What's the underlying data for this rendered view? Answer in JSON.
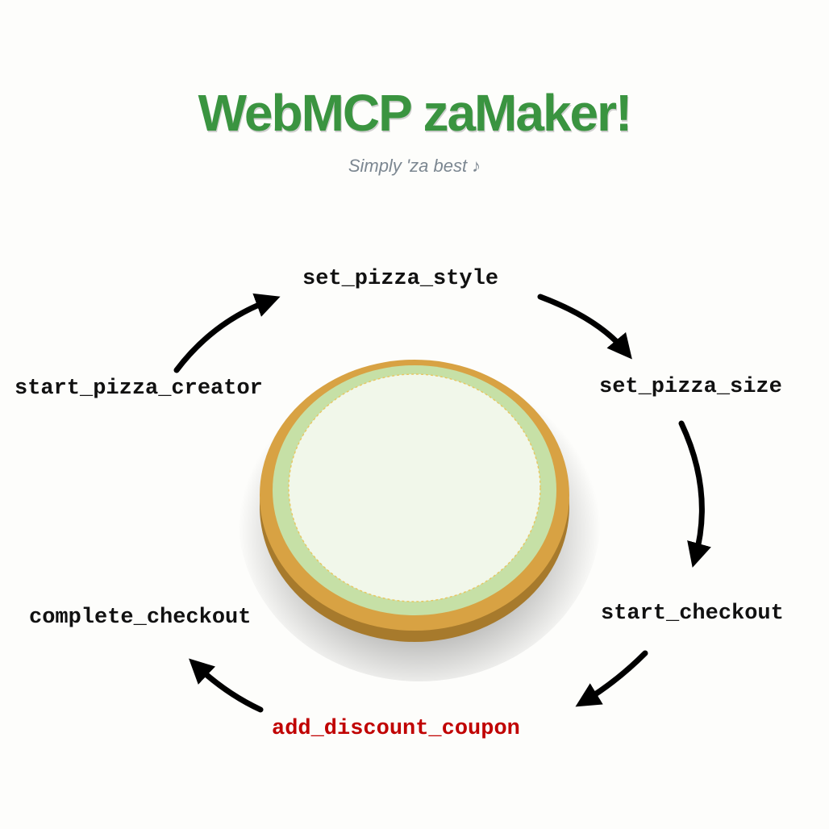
{
  "header": {
    "title": "WebMCP zaMaker!",
    "subtitle": "Simply 'za best ♪"
  },
  "flow": {
    "steps": [
      {
        "label": "set_pizza_style"
      },
      {
        "label": "set_pizza_size"
      },
      {
        "label": "start_checkout"
      },
      {
        "label": "add_discount_coupon",
        "highlight_color": "#c00000"
      },
      {
        "label": "complete_checkout"
      },
      {
        "label": "start_pizza_creator"
      }
    ]
  },
  "colors": {
    "title": "#3a9440",
    "subtitle": "#7c8791",
    "step_text": "#111111",
    "highlight": "#c00000",
    "crust": "#d8a243",
    "crust_edge": "#a77a2c",
    "sauce_ring": "#c6e0a6",
    "base": "#f1f7ea",
    "arrow": "#000000"
  }
}
